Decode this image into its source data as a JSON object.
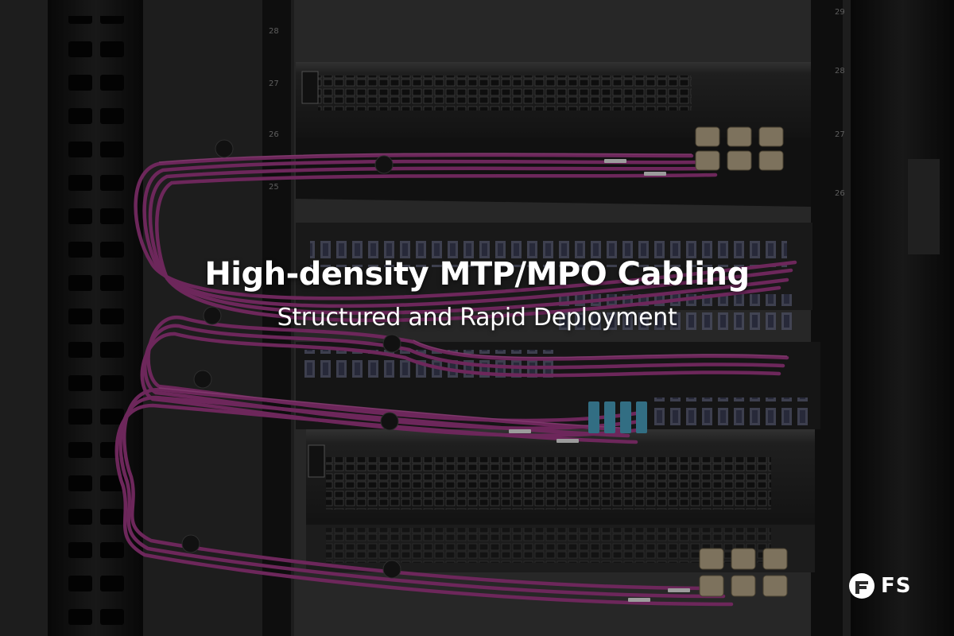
{
  "banner": {
    "headline": "High-density MTP/MPO Cabling",
    "subheadline": "Structured and Rapid Deployment"
  },
  "brand": {
    "logo_text": "FS",
    "logo_icon": "fs-logo-icon"
  },
  "rack": {
    "unit_numbers_left": [
      "28",
      "27",
      "26",
      "25"
    ],
    "unit_numbers_right": [
      "29",
      "28",
      "27",
      "26"
    ]
  },
  "colors": {
    "cable": "#a13a86",
    "cable_highlight": "#c45aa8",
    "text": "#ffffff"
  }
}
